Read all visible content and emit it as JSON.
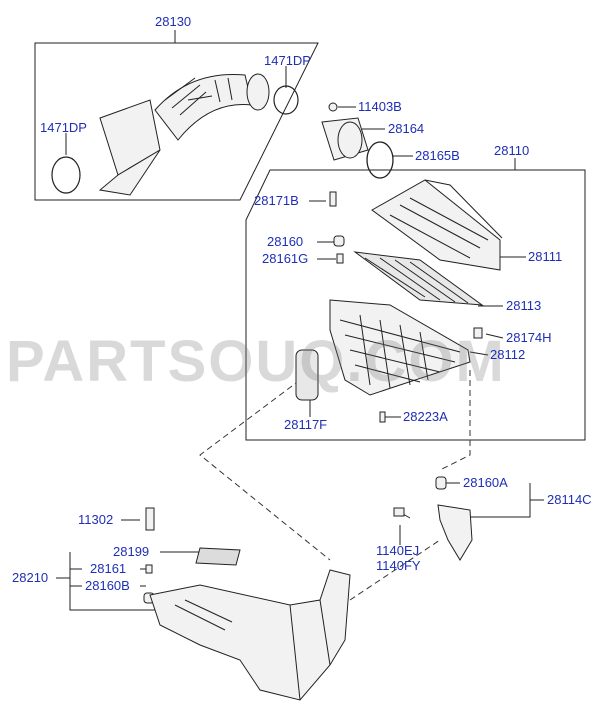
{
  "watermark": "PARTSOUQ.COM",
  "colors": {
    "label": "#1f2fb5",
    "line": "#222222",
    "part_fill": "#f2f2f2"
  },
  "labels": {
    "p28130": "28130",
    "p1471dp_a": "1471DP",
    "p1471dp_b": "1471DP",
    "p11403b": "11403B",
    "p28164": "28164",
    "p28165b": "28165B",
    "p28110": "28110",
    "p28171b": "28171B",
    "p28111": "28111",
    "p28160": "28160",
    "p28161g": "28161G",
    "p28113": "28113",
    "p28174h": "28174H",
    "p28112": "28112",
    "p28117f": "28117F",
    "p28223a": "28223A",
    "p28160a": "28160A",
    "p28114c": "28114C",
    "p11302": "11302",
    "p28199": "28199",
    "p28161": "28161",
    "p28210": "28210",
    "p28160b": "28160B",
    "p1140ej": "1140EJ",
    "p1140fy": "1140FY"
  }
}
